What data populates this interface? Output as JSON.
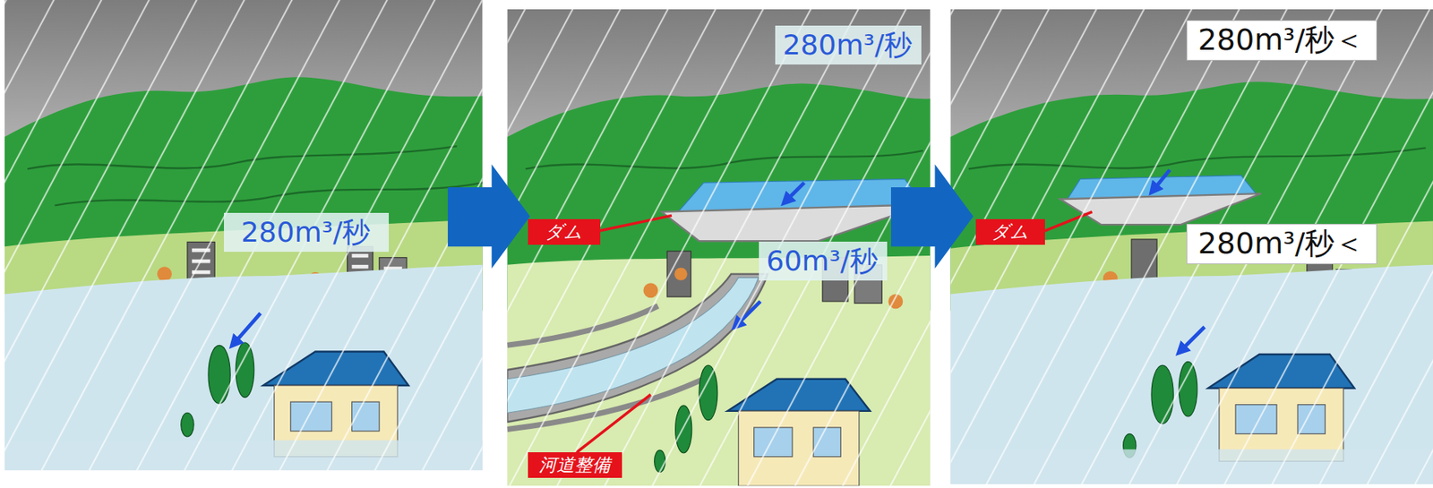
{
  "diagram": {
    "nodes": [
      {
        "text": [
          "280m³/秒"
        ]
      },
      {
        "text": [
          "280m³/秒"
        ]
      },
      {
        "text": [
          "ダム"
        ]
      },
      {
        "text": [
          "60m³/秒"
        ]
      },
      {
        "text": [
          "河道整備"
        ]
      },
      {
        "text": [
          "280m³/秒＜"
        ]
      },
      {
        "text": [
          "ダム"
        ]
      },
      {
        "text": [
          "280m³/秒＜"
        ]
      }
    ]
  }
}
